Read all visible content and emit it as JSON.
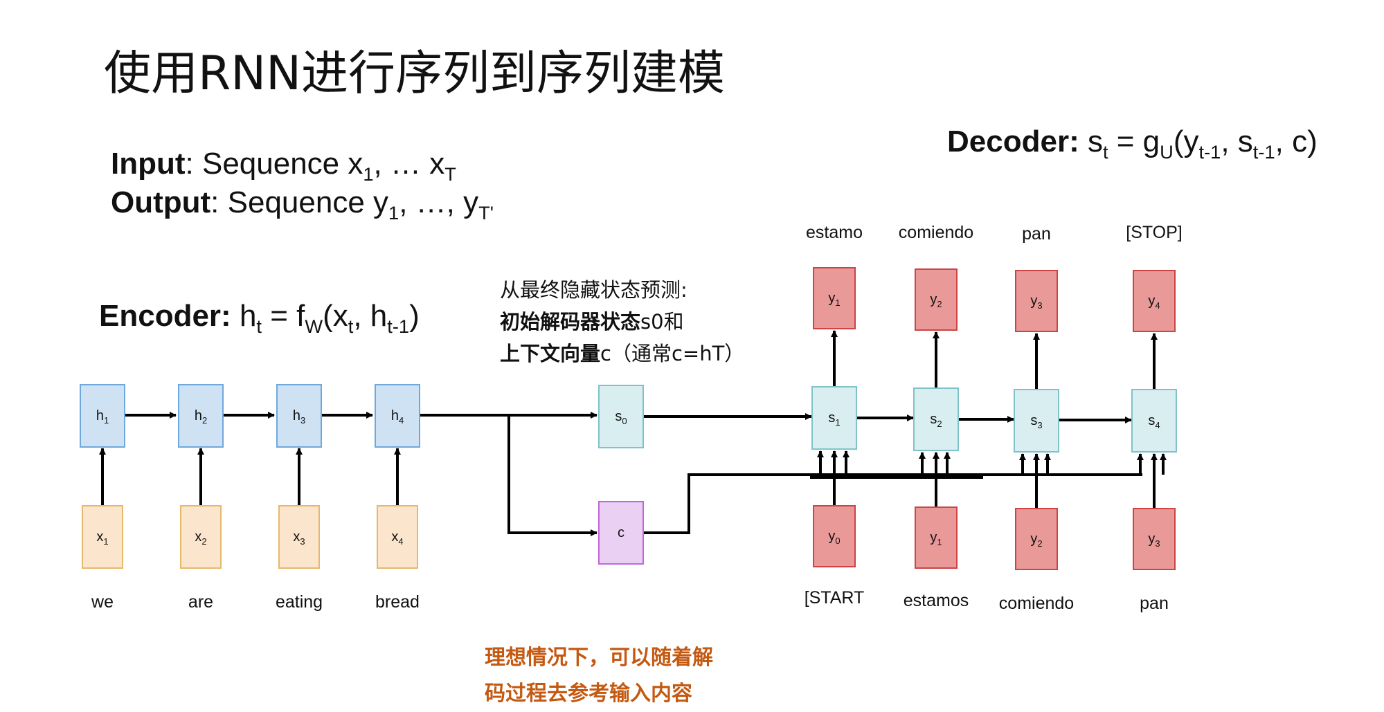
{
  "title": "使用RNN进行序列到序列建模",
  "io": {
    "input_label": "Input",
    "input_text": ": Sequence x",
    "input_sub1": "1",
    "input_mid": ", … x",
    "input_subT": "T",
    "output_label": "Output",
    "output_text": ": Sequence y",
    "output_sub1": "1",
    "output_mid": ", …, y",
    "output_subT": "T'"
  },
  "encoder": {
    "label": "Encoder:",
    "f_h": "h",
    "f_t": "t",
    "f_eq": " = f",
    "f_W": "W",
    "f_x": "(x",
    "f_t2": "t",
    "f_h2": ", h",
    "f_tm1": "t-1",
    "f_close": ")"
  },
  "decoder": {
    "label": "Decoder:",
    "f_s": " s",
    "f_t": "t",
    "f_eq": " = g",
    "f_U": "U",
    "f_y": "(y",
    "f_tm1a": "t-1",
    "f_s2": ", s",
    "f_tm1b": "t-1",
    "f_close": ", c)"
  },
  "note": {
    "line1": "从最终隐藏状态预测:",
    "line2_bold": "初始解码器状态",
    "line2_rest": "s0和",
    "line3_bold": "上下文向量",
    "line3_rest": "c（通常c=hT）"
  },
  "ideal": {
    "line1": "理想情况下，可以随着解",
    "line2": "码过程去参考输入内容"
  },
  "nodes": {
    "h": [
      {
        "b": "h",
        "s": "1"
      },
      {
        "b": "h",
        "s": "2"
      },
      {
        "b": "h",
        "s": "3"
      },
      {
        "b": "h",
        "s": "4"
      }
    ],
    "x": [
      {
        "b": "x",
        "s": "1"
      },
      {
        "b": "x",
        "s": "2"
      },
      {
        "b": "x",
        "s": "3"
      },
      {
        "b": "x",
        "s": "4"
      }
    ],
    "s0": {
      "b": "s",
      "s": "0"
    },
    "c": {
      "b": "c",
      "s": ""
    },
    "s": [
      {
        "b": "s",
        "s": "1"
      },
      {
        "b": "s",
        "s": "2"
      },
      {
        "b": "s",
        "s": "3"
      },
      {
        "b": "s",
        "s": "4"
      }
    ],
    "y_out": [
      {
        "b": "y",
        "s": "1"
      },
      {
        "b": "y",
        "s": "2"
      },
      {
        "b": "y",
        "s": "3"
      },
      {
        "b": "y",
        "s": "4"
      }
    ],
    "y_in": [
      {
        "b": "y",
        "s": "0"
      },
      {
        "b": "y",
        "s": "1"
      },
      {
        "b": "y",
        "s": "2"
      },
      {
        "b": "y",
        "s": "3"
      }
    ]
  },
  "words": {
    "input": [
      "we",
      "are",
      "eating",
      "bread"
    ],
    "output": [
      "estamo",
      "comiendo",
      "pan",
      "[STOP]"
    ],
    "dec_input": [
      "[START",
      "estamos",
      "comiendo",
      "pan"
    ]
  },
  "colors": {
    "encoder_fill": "#cfe2f3",
    "input_fill": "#fce5cd",
    "state_fill": "#d9eef0",
    "output_fill": "#ea9999",
    "context_fill": "#ead1f4",
    "highlight_text": "#c45911"
  }
}
